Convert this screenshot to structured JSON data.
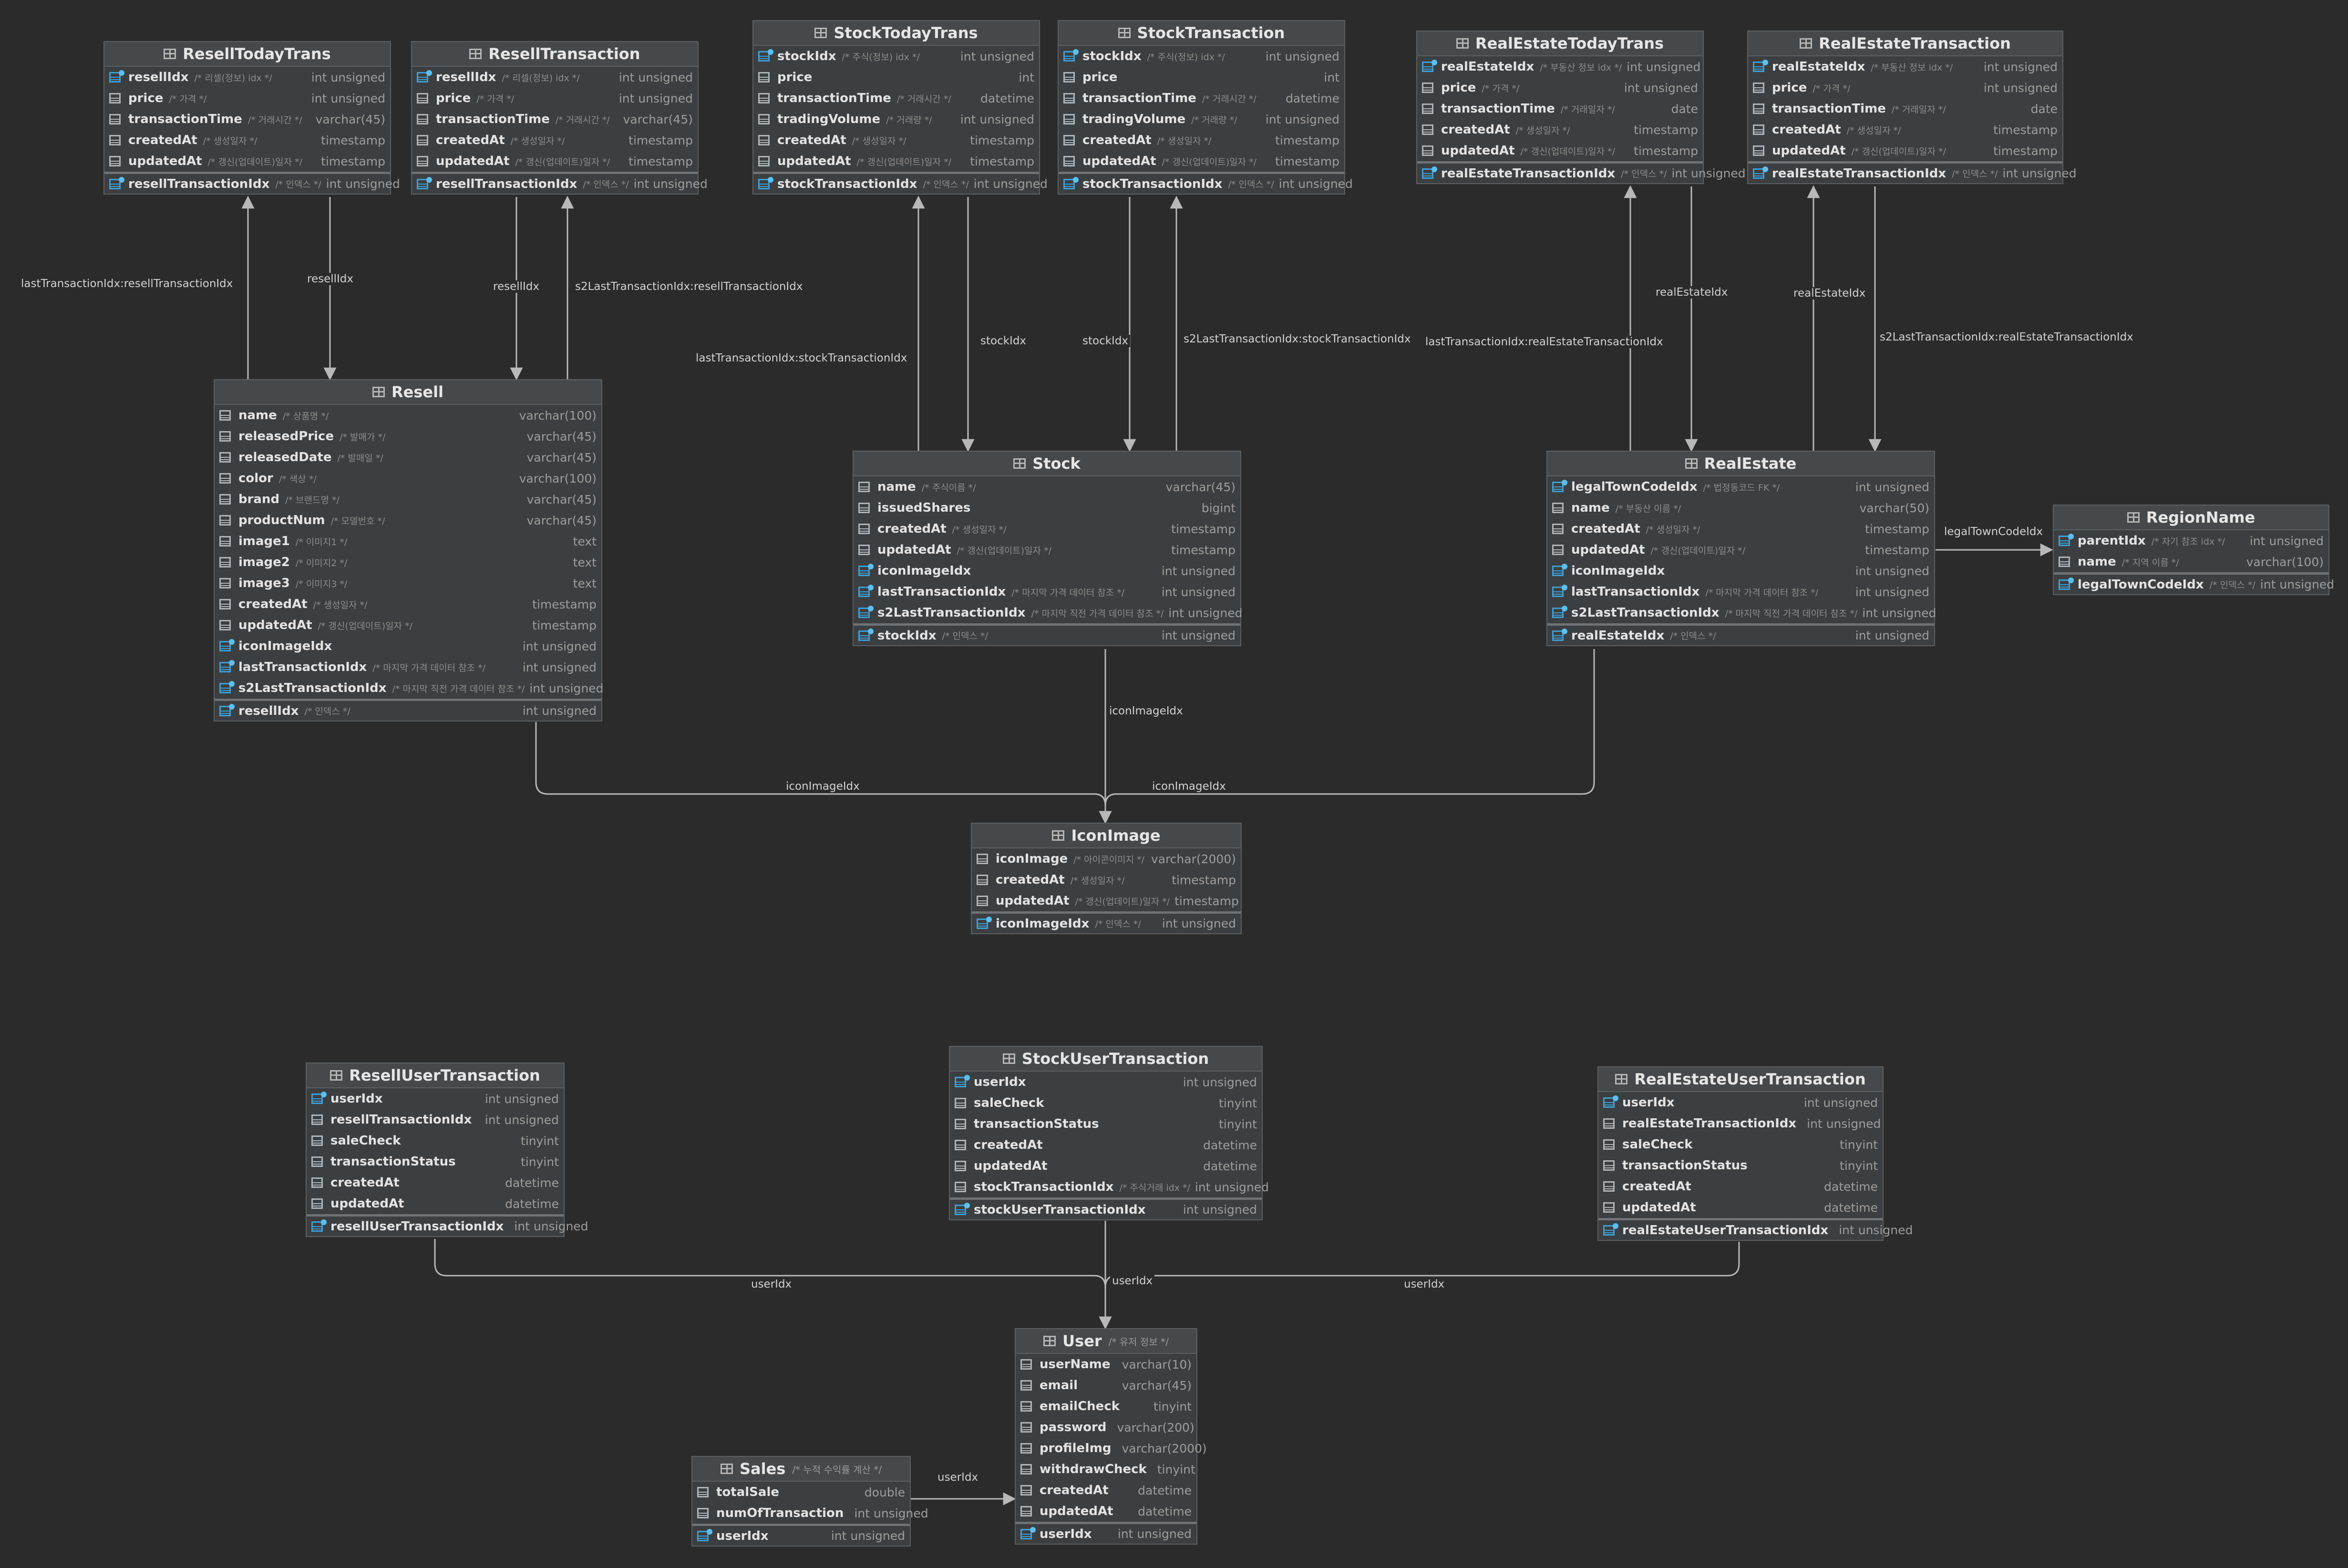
{
  "colors": {
    "background": "#2b2b2b",
    "table_bg": "#3c3f41",
    "line": "#b8b8b8",
    "pk_key": "#e8b83a",
    "fk_icon": "#3d9fd6"
  },
  "tables": {
    "resellTodayTrans": {
      "title": "ResellTodayTrans",
      "columns": [
        {
          "name": "resellIdx",
          "comment": "/* 리셀(정보) idx */",
          "type": "int unsigned",
          "fk": true
        },
        {
          "name": "price",
          "comment": "/* 가격 */",
          "type": "int unsigned"
        },
        {
          "name": "transactionTime",
          "comment": "/* 거래시간 */",
          "type": "varchar(45)"
        },
        {
          "name": "createdAt",
          "comment": "/* 생성일자 */",
          "type": "timestamp"
        },
        {
          "name": "updatedAt",
          "comment": "/* 갱신(업데이트)일자 */",
          "type": "timestamp"
        }
      ],
      "pk": {
        "name": "resellTransactionIdx",
        "comment": "/* 인덱스 */",
        "type": "int unsigned"
      }
    },
    "resellTransaction": {
      "title": "ResellTransaction",
      "columns": [
        {
          "name": "resellIdx",
          "comment": "/* 리셀(정보) idx */",
          "type": "int unsigned",
          "fk": true
        },
        {
          "name": "price",
          "comment": "/* 가격 */",
          "type": "int unsigned"
        },
        {
          "name": "transactionTime",
          "comment": "/* 거래시간 */",
          "type": "varchar(45)"
        },
        {
          "name": "createdAt",
          "comment": "/* 생성일자 */",
          "type": "timestamp"
        },
        {
          "name": "updatedAt",
          "comment": "/* 갱신(업데이트)일자 */",
          "type": "timestamp"
        }
      ],
      "pk": {
        "name": "resellTransactionIdx",
        "comment": "/* 인덱스 */",
        "type": "int unsigned"
      }
    },
    "stockTodayTrans": {
      "title": "StockTodayTrans",
      "columns": [
        {
          "name": "stockIdx",
          "comment": "/* 주식(정보) idx */",
          "type": "int unsigned",
          "fk": true
        },
        {
          "name": "price",
          "comment": "",
          "type": "int"
        },
        {
          "name": "transactionTime",
          "comment": "/* 거래시간 */",
          "type": "datetime"
        },
        {
          "name": "tradingVolume",
          "comment": "/* 거래량 */",
          "type": "int unsigned"
        },
        {
          "name": "createdAt",
          "comment": "/* 생성일자 */",
          "type": "timestamp"
        },
        {
          "name": "updatedAt",
          "comment": "/* 갱신(업데이트)일자 */",
          "type": "timestamp"
        }
      ],
      "pk": {
        "name": "stockTransactionIdx",
        "comment": "/* 인덱스 */",
        "type": "int unsigned"
      }
    },
    "stockTransaction": {
      "title": "StockTransaction",
      "columns": [
        {
          "name": "stockIdx",
          "comment": "/* 주식(정보) idx */",
          "type": "int unsigned",
          "fk": true
        },
        {
          "name": "price",
          "comment": "",
          "type": "int"
        },
        {
          "name": "transactionTime",
          "comment": "/* 거래시간 */",
          "type": "datetime"
        },
        {
          "name": "tradingVolume",
          "comment": "/* 거래량 */",
          "type": "int unsigned"
        },
        {
          "name": "createdAt",
          "comment": "/* 생성일자 */",
          "type": "timestamp"
        },
        {
          "name": "updatedAt",
          "comment": "/* 갱신(업데이트)일자 */",
          "type": "timestamp"
        }
      ],
      "pk": {
        "name": "stockTransactionIdx",
        "comment": "/* 인덱스 */",
        "type": "int unsigned"
      }
    },
    "realEstateTodayTrans": {
      "title": "RealEstateTodayTrans",
      "columns": [
        {
          "name": "realEstateIdx",
          "comment": "/* 부동산 정보 idx */",
          "type": "int unsigned",
          "fk": true
        },
        {
          "name": "price",
          "comment": "/* 가격 */",
          "type": "int unsigned"
        },
        {
          "name": "transactionTime",
          "comment": "/* 거래일자 */",
          "type": "date"
        },
        {
          "name": "createdAt",
          "comment": "/* 생성일자 */",
          "type": "timestamp"
        },
        {
          "name": "updatedAt",
          "comment": "/* 갱신(업데이트)일자 */",
          "type": "timestamp"
        }
      ],
      "pk": {
        "name": "realEstateTransactionIdx",
        "comment": "/* 인덱스 */",
        "type": "int unsigned"
      }
    },
    "realEstateTransaction": {
      "title": "RealEstateTransaction",
      "columns": [
        {
          "name": "realEstateIdx",
          "comment": "/* 부동산 정보 idx */",
          "type": "int unsigned",
          "fk": true
        },
        {
          "name": "price",
          "comment": "/* 가격 */",
          "type": "int unsigned"
        },
        {
          "name": "transactionTime",
          "comment": "/* 거래일자 */",
          "type": "date"
        },
        {
          "name": "createdAt",
          "comment": "/* 생성일자 */",
          "type": "timestamp"
        },
        {
          "name": "updatedAt",
          "comment": "/* 갱신(업데이트)일자 */",
          "type": "timestamp"
        }
      ],
      "pk": {
        "name": "realEstateTransactionIdx",
        "comment": "/* 인덱스 */",
        "type": "int unsigned"
      }
    },
    "resell": {
      "title": "Resell",
      "columns": [
        {
          "name": "name",
          "comment": "/* 상품명 */",
          "type": "varchar(100)"
        },
        {
          "name": "releasedPrice",
          "comment": "/* 발매가 */",
          "type": "varchar(45)"
        },
        {
          "name": "releasedDate",
          "comment": "/* 발매일 */",
          "type": "varchar(45)"
        },
        {
          "name": "color",
          "comment": "/* 색상 */",
          "type": "varchar(100)"
        },
        {
          "name": "brand",
          "comment": "/* 브랜드명 */",
          "type": "varchar(45)"
        },
        {
          "name": "productNum",
          "comment": "/* 모델번호 */",
          "type": "varchar(45)"
        },
        {
          "name": "image1",
          "comment": "/* 이미지1 */",
          "type": "text"
        },
        {
          "name": "image2",
          "comment": "/* 이미지2 */",
          "type": "text"
        },
        {
          "name": "image3",
          "comment": "/* 이미지3 */",
          "type": "text"
        },
        {
          "name": "createdAt",
          "comment": "/* 생성일자 */",
          "type": "timestamp"
        },
        {
          "name": "updatedAt",
          "comment": "/* 갱신(업데이트)일자 */",
          "type": "timestamp"
        },
        {
          "name": "iconImageIdx",
          "comment": "",
          "type": "int unsigned",
          "fk": true
        },
        {
          "name": "lastTransactionIdx",
          "comment": "/* 마지막 가격 데이터 참조 */",
          "type": "int unsigned",
          "fk": true
        },
        {
          "name": "s2LastTransactionIdx",
          "comment": "/* 마지막 직전 가격 데이터 참조 */",
          "type": "int unsigned",
          "fk": true
        }
      ],
      "pk": {
        "name": "resellIdx",
        "comment": "/* 인덱스 */",
        "type": "int unsigned"
      }
    },
    "stock": {
      "title": "Stock",
      "columns": [
        {
          "name": "name",
          "comment": "/* 주식이름 */",
          "type": "varchar(45)"
        },
        {
          "name": "issuedShares",
          "comment": "",
          "type": "bigint"
        },
        {
          "name": "createdAt",
          "comment": "/* 생성일자 */",
          "type": "timestamp"
        },
        {
          "name": "updatedAt",
          "comment": "/* 갱신(업데이트)일자 */",
          "type": "timestamp"
        },
        {
          "name": "iconImageIdx",
          "comment": "",
          "type": "int unsigned",
          "fk": true
        },
        {
          "name": "lastTransactionIdx",
          "comment": "/* 마지막 가격 데이터 참조 */",
          "type": "int unsigned",
          "fk": true
        },
        {
          "name": "s2LastTransactionIdx",
          "comment": "/* 마지막 직전 가격 데이터 참조 */",
          "type": "int unsigned",
          "fk": true
        }
      ],
      "pk": {
        "name": "stockIdx",
        "comment": "/* 인덱스 */",
        "type": "int unsigned"
      }
    },
    "realEstate": {
      "title": "RealEstate",
      "columns": [
        {
          "name": "legalTownCodeIdx",
          "comment": "/* 법정동코드 FK */",
          "type": "int unsigned",
          "fk": true
        },
        {
          "name": "name",
          "comment": "/* 부동산 이름 */",
          "type": "varchar(50)"
        },
        {
          "name": "createdAt",
          "comment": "/* 생성일자 */",
          "type": "timestamp"
        },
        {
          "name": "updatedAt",
          "comment": "/* 갱신(업데이트)일자 */",
          "type": "timestamp"
        },
        {
          "name": "iconImageIdx",
          "comment": "",
          "type": "int unsigned",
          "fk": true
        },
        {
          "name": "lastTransactionIdx",
          "comment": "/* 마지막 가격 데이터 참조 */",
          "type": "int unsigned",
          "fk": true
        },
        {
          "name": "s2LastTransactionIdx",
          "comment": "/* 마지막 직전 가격 데이터 참조 */",
          "type": "int unsigned",
          "fk": true
        }
      ],
      "pk": {
        "name": "realEstateIdx",
        "comment": "/* 인덱스 */",
        "type": "int unsigned"
      }
    },
    "regionName": {
      "title": "RegionName",
      "columns": [
        {
          "name": "parentIdx",
          "comment": "/* 자기 참조 idx */",
          "type": "int unsigned",
          "fk": true
        },
        {
          "name": "name",
          "comment": "/* 지역 이름 */",
          "type": "varchar(100)"
        }
      ],
      "pk": {
        "name": "legalTownCodeIdx",
        "comment": "/* 인덱스 */",
        "type": "int unsigned"
      }
    },
    "iconImage": {
      "title": "IconImage",
      "columns": [
        {
          "name": "iconImage",
          "comment": "/* 아이콘이미지 */",
          "type": "varchar(2000)"
        },
        {
          "name": "createdAt",
          "comment": "/* 생성일자 */",
          "type": "timestamp"
        },
        {
          "name": "updatedAt",
          "comment": "/* 갱신(업데이트)일자 */",
          "type": "timestamp"
        }
      ],
      "pk": {
        "name": "iconImageIdx",
        "comment": "/* 인덱스 */",
        "type": "int unsigned"
      }
    },
    "resellUserTransaction": {
      "title": "ResellUserTransaction",
      "columns": [
        {
          "name": "userIdx",
          "comment": "",
          "type": "int unsigned",
          "fk": true
        },
        {
          "name": "resellTransactionIdx",
          "comment": "",
          "type": "int unsigned"
        },
        {
          "name": "saleCheck",
          "comment": "",
          "type": "tinyint"
        },
        {
          "name": "transactionStatus",
          "comment": "",
          "type": "tinyint"
        },
        {
          "name": "createdAt",
          "comment": "",
          "type": "datetime"
        },
        {
          "name": "updatedAt",
          "comment": "",
          "type": "datetime"
        }
      ],
      "pk": {
        "name": "resellUserTransactionIdx",
        "comment": "",
        "type": "int unsigned"
      }
    },
    "stockUserTransaction": {
      "title": "StockUserTransaction",
      "columns": [
        {
          "name": "userIdx",
          "comment": "",
          "type": "int unsigned",
          "fk": true
        },
        {
          "name": "saleCheck",
          "comment": "",
          "type": "tinyint"
        },
        {
          "name": "transactionStatus",
          "comment": "",
          "type": "tinyint"
        },
        {
          "name": "createdAt",
          "comment": "",
          "type": "datetime"
        },
        {
          "name": "updatedAt",
          "comment": "",
          "type": "datetime"
        },
        {
          "name": "stockTransactionIdx",
          "comment": "/* 주식거래 idx */",
          "type": "int unsigned"
        }
      ],
      "pk": {
        "name": "stockUserTransactionIdx",
        "comment": "",
        "type": "int unsigned"
      }
    },
    "realEstateUserTransaction": {
      "title": "RealEstateUserTransaction",
      "columns": [
        {
          "name": "userIdx",
          "comment": "",
          "type": "int unsigned",
          "fk": true
        },
        {
          "name": "realEstateTransactionIdx",
          "comment": "",
          "type": "int unsigned"
        },
        {
          "name": "saleCheck",
          "comment": "",
          "type": "tinyint"
        },
        {
          "name": "transactionStatus",
          "comment": "",
          "type": "tinyint"
        },
        {
          "name": "createdAt",
          "comment": "",
          "type": "datetime"
        },
        {
          "name": "updatedAt",
          "comment": "",
          "type": "datetime"
        }
      ],
      "pk": {
        "name": "realEstateUserTransactionIdx",
        "comment": "",
        "type": "int unsigned"
      }
    },
    "user": {
      "title": "User",
      "comment": "/* 유저 정보 */",
      "columns": [
        {
          "name": "userName",
          "comment": "",
          "type": "varchar(10)"
        },
        {
          "name": "email",
          "comment": "",
          "type": "varchar(45)"
        },
        {
          "name": "emailCheck",
          "comment": "",
          "type": "tinyint"
        },
        {
          "name": "password",
          "comment": "",
          "type": "varchar(200)"
        },
        {
          "name": "profileImg",
          "comment": "",
          "type": "varchar(2000)"
        },
        {
          "name": "withdrawCheck",
          "comment": "",
          "type": "tinyint"
        },
        {
          "name": "createdAt",
          "comment": "",
          "type": "datetime"
        },
        {
          "name": "updatedAt",
          "comment": "",
          "type": "datetime"
        }
      ],
      "pk": {
        "name": "userIdx",
        "comment": "",
        "type": "int unsigned"
      }
    },
    "sales": {
      "title": "Sales",
      "comment": "/* 누적 수익률 계산 */",
      "columns": [
        {
          "name": "totalSale",
          "comment": "",
          "type": "double"
        },
        {
          "name": "numOfTransaction",
          "comment": "",
          "type": "int unsigned"
        }
      ],
      "pk": {
        "name": "userIdx",
        "comment": "",
        "type": "int unsigned"
      }
    }
  },
  "relations": {
    "r1": "lastTransactionIdx:resellTransactionIdx",
    "r2": "resellIdx",
    "r3": "resellIdx",
    "r4": "s2LastTransactionIdx:resellTransactionIdx",
    "r5": "lastTransactionIdx:stockTransactionIdx",
    "r6": "stockIdx",
    "r7": "stockIdx",
    "r8": "s2LastTransactionIdx:stockTransactionIdx",
    "r9": "lastTransactionIdx:realEstateTransactionIdx",
    "r10": "realEstateIdx",
    "r11": "realEstateIdx",
    "r12": "s2LastTransactionIdx:realEstateTransactionIdx",
    "r13": "legalTownCodeIdx",
    "r14": "iconImageIdx",
    "r15": "iconImageIdx",
    "r16": "iconImageIdx",
    "r17": "userIdx",
    "r18": "userIdx",
    "r19": "userIdx",
    "r20": "userIdx"
  }
}
